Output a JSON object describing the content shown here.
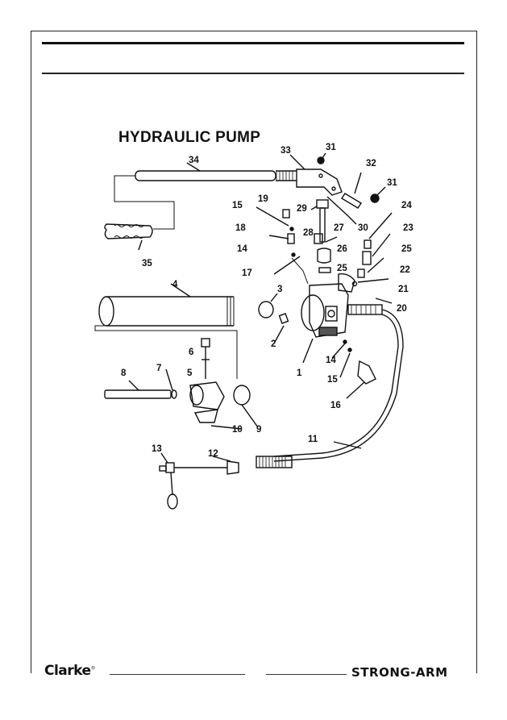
{
  "diagram": {
    "title": "HYDRAULIC PUMP",
    "part_labels": [
      "34",
      "35",
      "33",
      "31",
      "32",
      "31",
      "30",
      "29",
      "19",
      "15",
      "18",
      "28",
      "27",
      "26",
      "25",
      "24",
      "23",
      "25",
      "22",
      "21",
      "20",
      "14",
      "17",
      "4",
      "3",
      "2",
      "1",
      "14",
      "15",
      "16",
      "6",
      "5",
      "7",
      "8",
      "10",
      "9",
      "11",
      "13",
      "12"
    ]
  },
  "footer": {
    "brand_left": "Clarke",
    "brand_left_mark": "®",
    "brand_right": "STRONG-ARM"
  }
}
